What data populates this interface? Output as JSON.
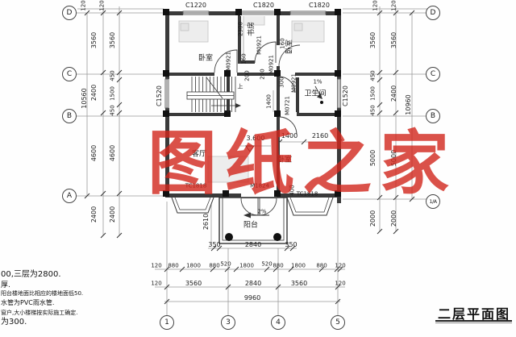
{
  "title": "二层平面图",
  "watermark": "图纸之家",
  "axes": {
    "left": [
      "D",
      "C",
      "B",
      "A"
    ],
    "right": [
      "D",
      "C",
      "B",
      "1/A"
    ],
    "bottom": [
      "1",
      "3",
      "4",
      "5"
    ]
  },
  "dims": {
    "left": {
      "overall": "10560",
      "outer": [
        "3560",
        "2400",
        "4600",
        "2400"
      ],
      "inner": [
        "3560",
        "450",
        "1500",
        "450",
        "4600",
        "2400"
      ],
      "top": [
        "120",
        "120"
      ]
    },
    "right": {
      "overall": "10960",
      "outer": [
        "3560",
        "2400",
        "5000",
        "2000"
      ],
      "inner": [
        "3560",
        "450",
        "1500",
        "450",
        "5000",
        "2000"
      ],
      "top": [
        "120",
        "120"
      ]
    },
    "bottom": {
      "balcony_row": [
        "350",
        "2840",
        "350"
      ],
      "row1": [
        "120",
        "880",
        "1800",
        "880",
        "520",
        "1800",
        "520",
        "880",
        "1800",
        "880",
        "120"
      ],
      "row2": [
        "120",
        "3560",
        "2840",
        "3560",
        "120"
      ],
      "total": "9960",
      "balcony_depth": "2610"
    },
    "interior": {
      "study_depth": "2300",
      "jamb160a": "160",
      "jamb160b": "160",
      "jamb200a": "200",
      "jamb200b": "200",
      "jamb300": "300",
      "bath1400": "1400",
      "bed1400": "1400",
      "bed2160": "2160",
      "bay400": "400"
    }
  },
  "openings": {
    "window_c1220": "C1220",
    "window_c1820_mid": "C1820",
    "window_c1820_right": "C1820",
    "window_c1520_left": "C1520",
    "window_c1520_right": "C1520",
    "window_tc1818_left": "TC1818",
    "window_tc1818_right": "TC1818",
    "door_m1824": "M1824",
    "door_m0921_a": "M0921",
    "door_m0921_b": "M0921",
    "door_m0921_c": "M0921",
    "door_m0921_d": "M0921",
    "door_m0721": "M0721"
  },
  "rooms": {
    "bedroom_top_left": "卧室",
    "study": "书房",
    "bedroom_top_right": "卧室",
    "bathroom": "卫生间",
    "living_room": "客厅",
    "bedroom_bottom": "卧室",
    "balcony": "阳台",
    "stair_up": "上"
  },
  "annotations": {
    "floor_level": "3.600",
    "bathroom_slope": "1%",
    "balcony_slope": "2%"
  },
  "notes": [
    "00,三层为2800.",
    "厚.",
    "阳台楼地面比相应的楼地面低50.",
    "水管为PVC雨水管.",
    "窗户,大小楼梯按实际施工确定.",
    "为300."
  ],
  "colors": {
    "watermark_red": "#d2261c",
    "line_dark": "#1a1a1a",
    "dim_gray": "#999999"
  }
}
